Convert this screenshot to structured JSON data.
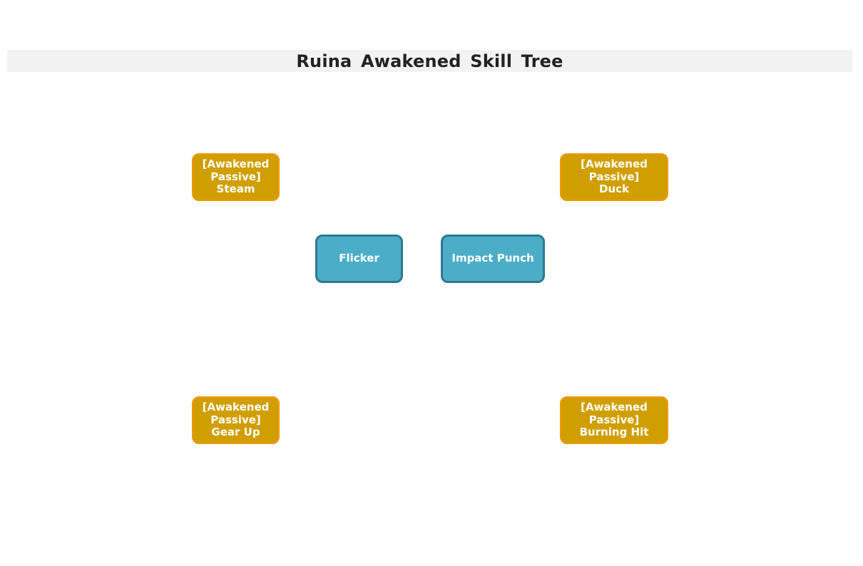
{
  "diagram": {
    "title": "Ruina Awakened Skill Tree",
    "nodes": {
      "steam": {
        "type": "passive",
        "label": "[Awakened\nPassive]\nSteam"
      },
      "duck": {
        "type": "passive",
        "label": "[Awakened\nPassive]\nDuck"
      },
      "flicker": {
        "type": "active",
        "label": "Flicker"
      },
      "impact_punch": {
        "type": "active",
        "label": "Impact Punch"
      },
      "gear_up": {
        "type": "passive",
        "label": "[Awakened\nPassive]\nGear Up"
      },
      "burning_hit": {
        "type": "passive",
        "label": "[Awakened\nPassive]\nBurning Hit"
      }
    }
  },
  "colors": {
    "passive_fill": "#d19e00",
    "passive_border": "#f39800",
    "active_fill": "#4badc8",
    "active_border": "#2f7892",
    "title_bar": "#f2f2f2"
  }
}
